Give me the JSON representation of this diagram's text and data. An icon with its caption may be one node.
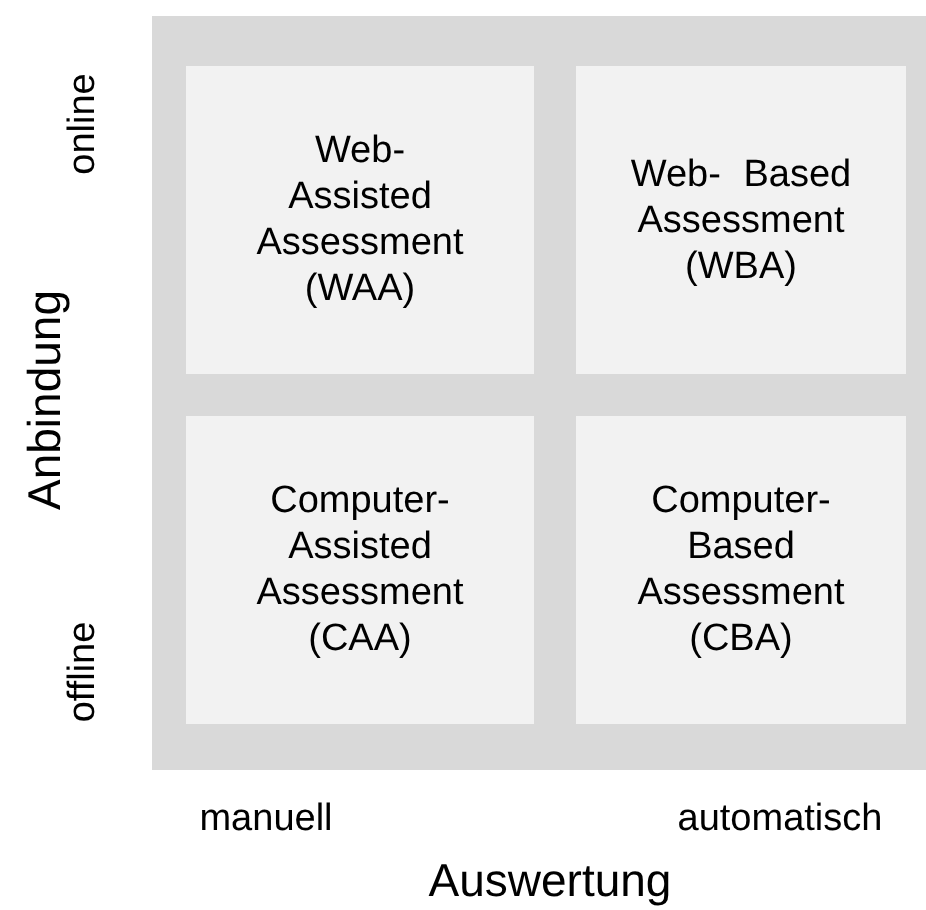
{
  "diagram": {
    "nodes": [
      {
        "text": [],
        "shape": "box"
      },
      {
        "text": [
          "Web- Assisted Assessment (WAA)"
        ],
        "in": 0
      },
      {
        "text": [
          "Web- Based Assessment (WBA)"
        ],
        "in": 0
      },
      {
        "text": [
          "Computer- Assisted Assessment (CAA)"
        ],
        "in": 0
      },
      {
        "text": [
          "Computer- Based Assessment (CBA)"
        ],
        "in": 0
      }
    ],
    "labels": [
      "online",
      "Anbindung",
      "offline",
      "manuell",
      "automatisch",
      "Auswertung"
    ]
  }
}
